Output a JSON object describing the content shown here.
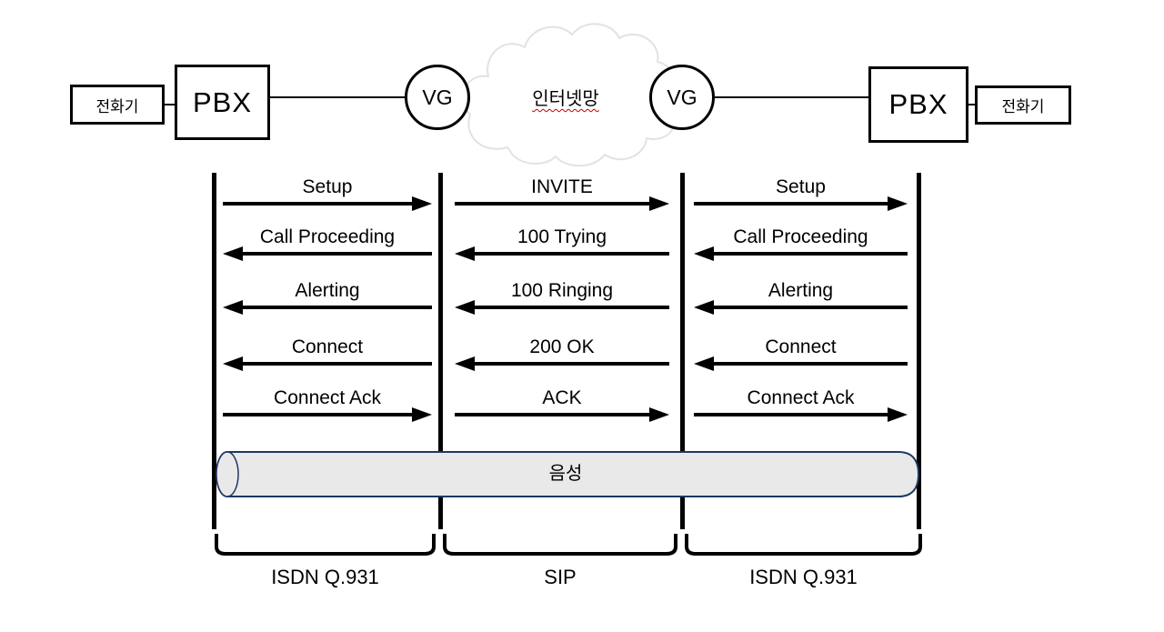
{
  "topology": {
    "left_phone_label": "전화기",
    "left_pbx_label": "PBX",
    "left_vg_label": "VG",
    "cloud_label": "인터넷망",
    "right_vg_label": "VG",
    "right_pbx_label": "PBX",
    "right_phone_label": "전화기"
  },
  "sequence": {
    "voice_pipe_label": "음성",
    "columns": [
      {
        "id": "isdn-left",
        "bracket_label": "ISDN Q.931",
        "messages": [
          {
            "label": "Setup",
            "direction": "right"
          },
          {
            "label": "Call Proceeding",
            "direction": "left"
          },
          {
            "label": "Alerting",
            "direction": "left"
          },
          {
            "label": "Connect",
            "direction": "left"
          },
          {
            "label": "Connect Ack",
            "direction": "right"
          }
        ]
      },
      {
        "id": "sip",
        "bracket_label": "SIP",
        "messages": [
          {
            "label": "INVITE",
            "direction": "right"
          },
          {
            "label": "100 Trying",
            "direction": "left"
          },
          {
            "label": "100 Ringing",
            "direction": "left"
          },
          {
            "label": "200 OK",
            "direction": "left"
          },
          {
            "label": "ACK",
            "direction": "right"
          }
        ]
      },
      {
        "id": "isdn-right",
        "bracket_label": "ISDN Q.931",
        "messages": [
          {
            "label": "Setup",
            "direction": "right"
          },
          {
            "label": "Call Proceeding",
            "direction": "left"
          },
          {
            "label": "Alerting",
            "direction": "left"
          },
          {
            "label": "Connect",
            "direction": "left"
          },
          {
            "label": "Connect Ack",
            "direction": "right"
          }
        ]
      }
    ]
  },
  "colors": {
    "background": "#ffffff",
    "line": "#000000",
    "cloud_stroke": "#e2e2e2",
    "pipe_fill": "#e9e9e9",
    "pipe_stroke": "#1f3864",
    "squiggle": "#c00000"
  }
}
